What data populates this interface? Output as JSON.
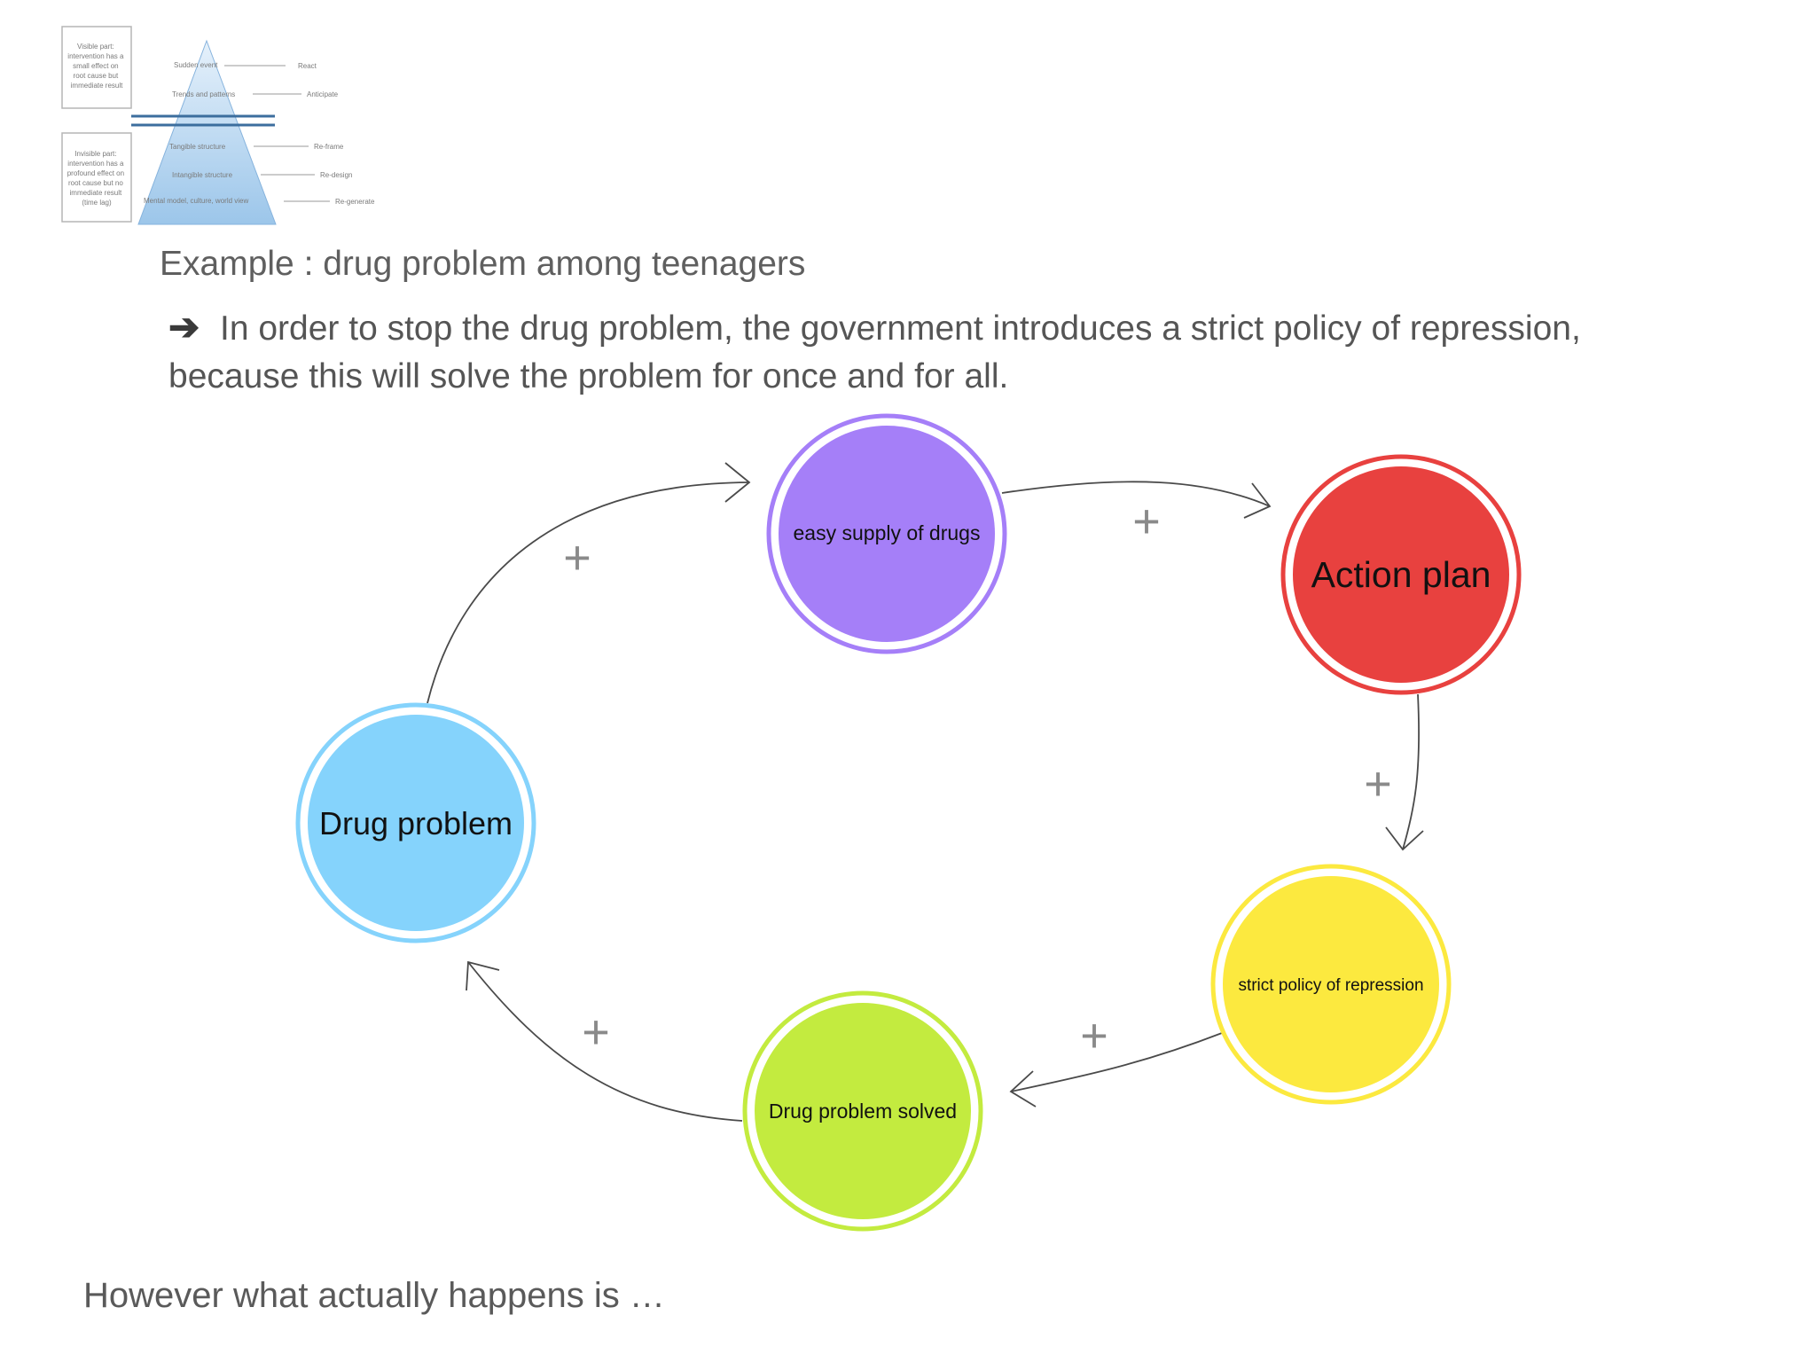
{
  "iceberg": {
    "visible_box": [
      "Visible part:",
      "intervention has a",
      "small effect on",
      "root cause but",
      "immediate result"
    ],
    "invisible_box": [
      "Invisible part:",
      "intervention has a",
      "profound effect on",
      "root cause but no",
      "immediate result",
      "(time lag)"
    ],
    "levels": [
      "Sudden event",
      "Trends and patterns",
      "Tangible structure",
      "Intangible structure",
      "Mental model, culture, world view"
    ],
    "responses": [
      "React",
      "Anticipate",
      "Re-frame",
      "Re-design",
      "Re-generate"
    ]
  },
  "heading": "Example : drug problem among teenagers",
  "statement_line1": "In order to stop the drug problem, the government introduces a strict policy of repression,",
  "statement_line2": "because this will solve the problem for once and for all.",
  "arrow_glyph": "➔",
  "nodes": {
    "supply": {
      "label": "easy supply of drugs",
      "fill": "#a57ff8",
      "ring": "#a57ff8"
    },
    "action": {
      "label": "Action plan",
      "fill": "#e8413f",
      "ring": "#e8413f"
    },
    "policy": {
      "label": "strict policy of repression",
      "fill": "#fce93f",
      "ring": "#fce93f"
    },
    "solved": {
      "label": "Drug problem solved",
      "fill": "#c3eb3f",
      "ring": "#c3eb3f"
    },
    "problem": {
      "label": "Drug problem",
      "fill": "#85d3fc",
      "ring": "#85d3fc"
    }
  },
  "link_signs": {
    "problem_supply": "+",
    "supply_action": "+",
    "action_policy": "+",
    "policy_solved": "+",
    "solved_problem": "+"
  },
  "footer": "However what actually happens is …"
}
